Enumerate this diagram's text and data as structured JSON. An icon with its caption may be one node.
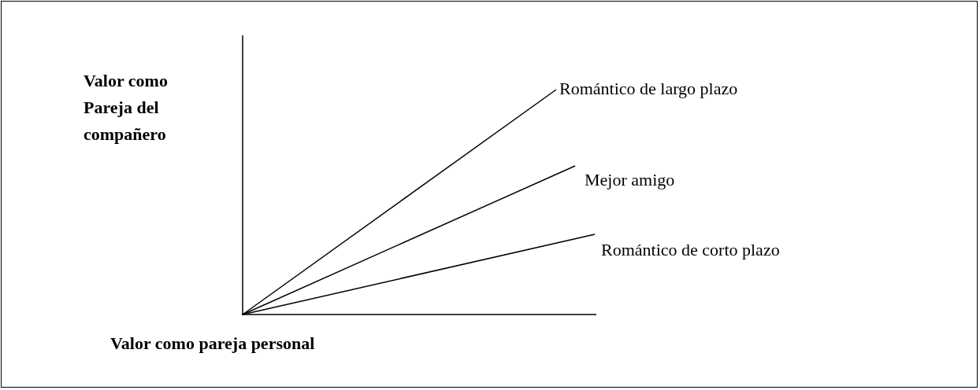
{
  "diagram": {
    "labels": [
      "Valor como Pareja del compañero",
      "Romántico de largo plazo",
      "Mejor amigo",
      "Romántico de corto plazo",
      "Valor como pareja personal"
    ]
  }
}
